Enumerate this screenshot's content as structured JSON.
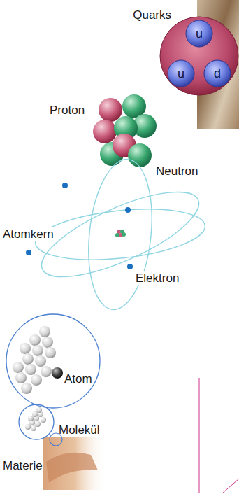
{
  "diagram": {
    "nodes": [
      {
        "text": [
          "Quarks"
        ]
      },
      {
        "text": [
          "u"
        ],
        "in": 0
      },
      {
        "text": [
          "u"
        ],
        "in": 0
      },
      {
        "text": [
          "d"
        ],
        "in": 0
      },
      {
        "text": [
          "Atom"
        ]
      },
      {
        "text": [
          "Molekül"
        ]
      }
    ],
    "labels": [
      "Proton",
      "Neutron",
      "Atomkern",
      "Elektron",
      "Materie"
    ]
  }
}
